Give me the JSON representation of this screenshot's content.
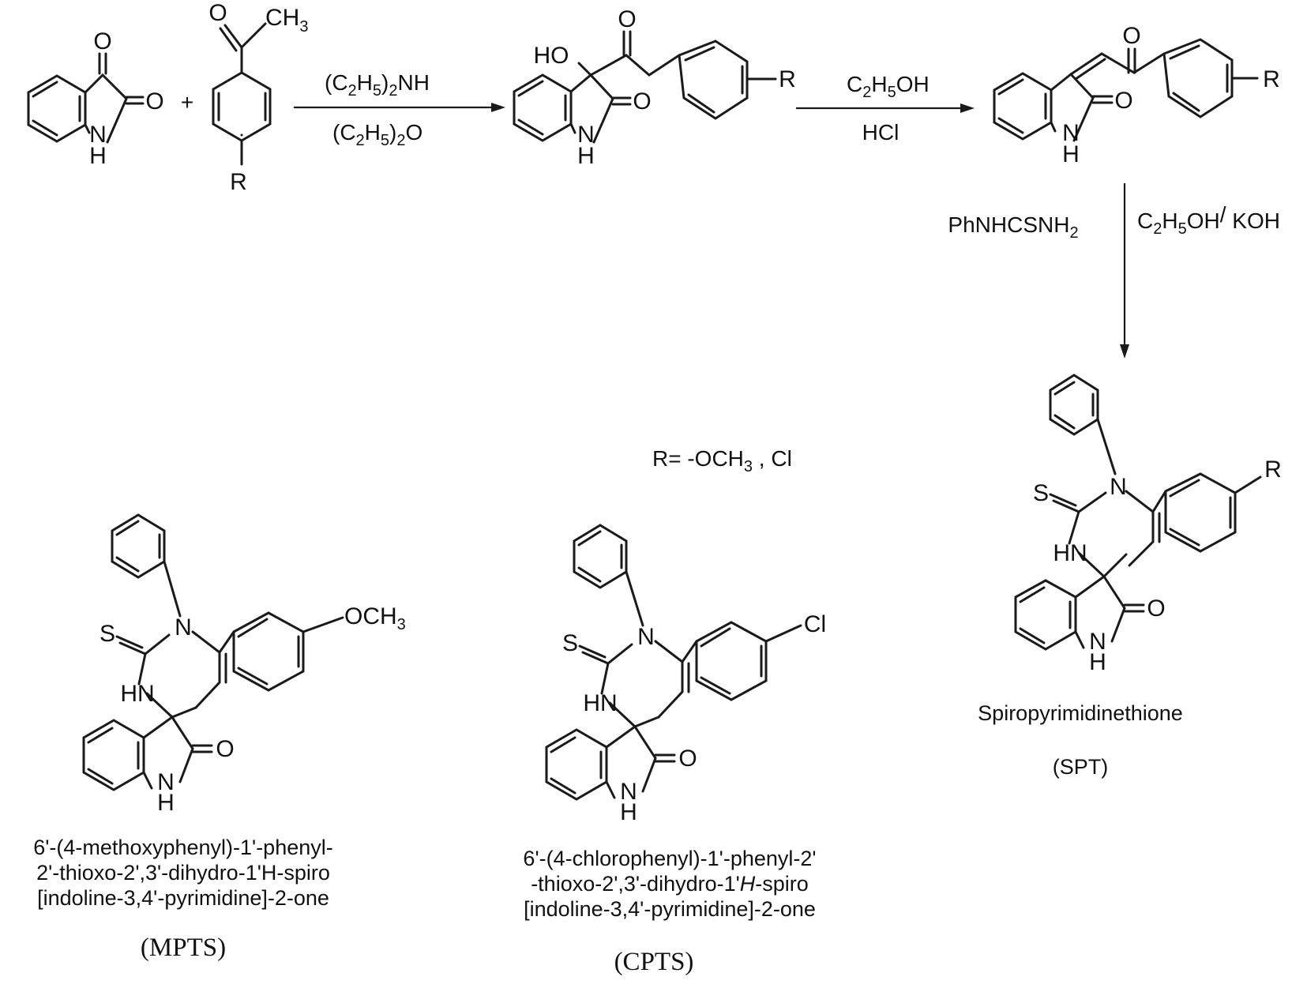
{
  "reagents": {
    "step1_top": {
      "a": "(C",
      "b": "2",
      "c": "H",
      "d": "5",
      "e": ")",
      "f": "2",
      "g": "NH"
    },
    "step1_bottom": {
      "a": "(C",
      "b": "2",
      "c": "H",
      "d": "5",
      "e": ")",
      "f": "2",
      "g": "O"
    },
    "step2_top": {
      "a": "C",
      "b": "2",
      "c": "H",
      "d": "5",
      "e": "OH"
    },
    "step2_bottom": "HCl",
    "step3_left": {
      "a": "PhNHCSNH",
      "b": "2"
    },
    "step3_right": {
      "a": "C",
      "b": "2",
      "c": "H",
      "d": "5",
      "e": "OH",
      "f": "/",
      "g": " KOH"
    },
    "plus": "+"
  },
  "substituents": {
    "a": "R= -OCH",
    "b": "3",
    "c": " , Cl"
  },
  "atoms": {
    "O": "O",
    "N": "N",
    "H": "H",
    "R": "R",
    "S": "S",
    "HN": "HN",
    "HO": "HO",
    "Cl": "Cl",
    "CH3": {
      "a": "CH",
      "b": "3"
    },
    "OCH3": {
      "a": "OCH",
      "b": "3"
    }
  },
  "products": {
    "mpts": {
      "name_lines": [
        "6'-(4-methoxyphenyl)-1'-phenyl-",
        "2'-thioxo-2',3'-dihydro-1'H-spiro",
        "[indoline-3,4'-pyrimidine]-2-one"
      ],
      "abbr": "(MPTS)"
    },
    "cpts": {
      "name_lines": [
        "6'-(4-chlorophenyl)-1'-phenyl-2'",
        "-thioxo-2',3'-dihydro-1'",
        "-spiro",
        "[indoline-3,4'-pyrimidine]-2-one"
      ],
      "italic_H": "H",
      "abbr": "(CPTS)"
    },
    "spt": {
      "name": "Spiropyrimidinethione",
      "abbr": "(SPT)"
    }
  }
}
